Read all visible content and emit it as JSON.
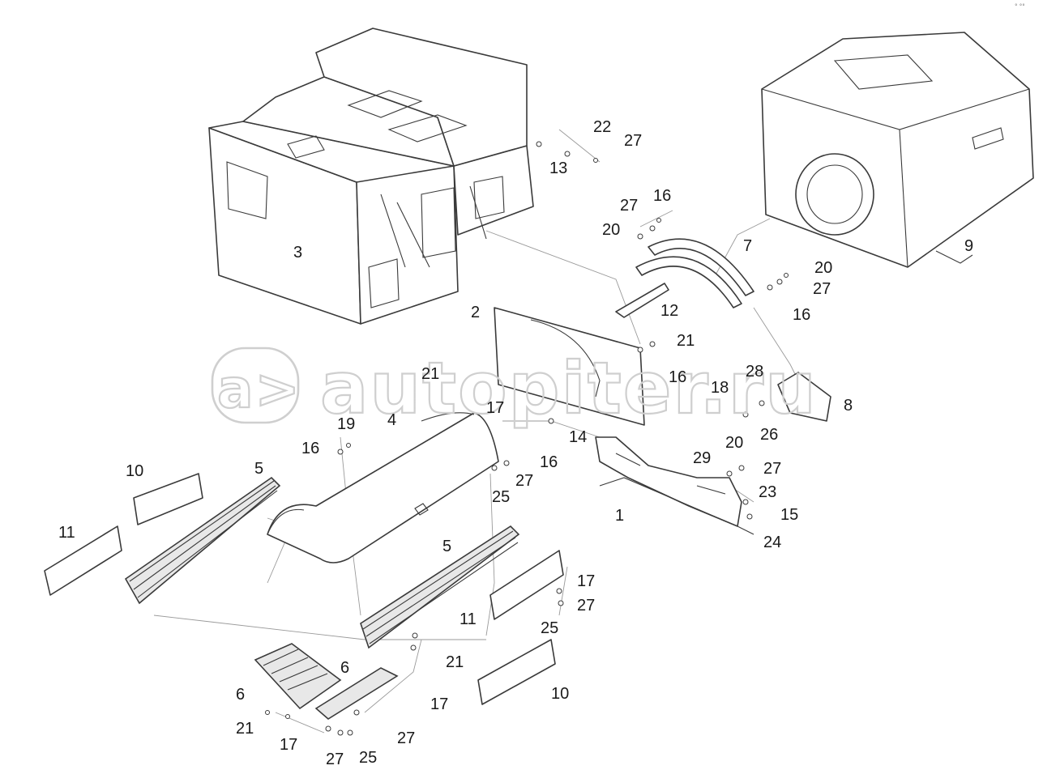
{
  "watermark": {
    "logo_glyph": "a>",
    "text": "autopiter.ru"
  },
  "corner_mark": "° °°",
  "labels": [
    {
      "id": "lbl-3",
      "text": "3"
    },
    {
      "id": "lbl-22",
      "text": "22"
    },
    {
      "id": "lbl-27a",
      "text": "27"
    },
    {
      "id": "lbl-13",
      "text": "13"
    },
    {
      "id": "lbl-16a",
      "text": "16"
    },
    {
      "id": "lbl-27b",
      "text": "27"
    },
    {
      "id": "lbl-20a",
      "text": "20"
    },
    {
      "id": "lbl-7",
      "text": "7"
    },
    {
      "id": "lbl-9",
      "text": "9"
    },
    {
      "id": "lbl-20b",
      "text": "20"
    },
    {
      "id": "lbl-27c",
      "text": "27"
    },
    {
      "id": "lbl-12",
      "text": "12"
    },
    {
      "id": "lbl-16b",
      "text": "16"
    },
    {
      "id": "lbl-2",
      "text": "2"
    },
    {
      "id": "lbl-21a",
      "text": "21"
    },
    {
      "id": "lbl-16c",
      "text": "16"
    },
    {
      "id": "lbl-21b",
      "text": "21"
    },
    {
      "id": "lbl-18",
      "text": "18"
    },
    {
      "id": "lbl-28",
      "text": "28"
    },
    {
      "id": "lbl-8",
      "text": "8"
    },
    {
      "id": "lbl-17a",
      "text": "17"
    },
    {
      "id": "lbl-4",
      "text": "4"
    },
    {
      "id": "lbl-26",
      "text": "26"
    },
    {
      "id": "lbl-19",
      "text": "19"
    },
    {
      "id": "lbl-14",
      "text": "14"
    },
    {
      "id": "lbl-16d",
      "text": "16"
    },
    {
      "id": "lbl-20c",
      "text": "20"
    },
    {
      "id": "lbl-29",
      "text": "29"
    },
    {
      "id": "lbl-16e",
      "text": "16"
    },
    {
      "id": "lbl-27d",
      "text": "27"
    },
    {
      "id": "lbl-10a",
      "text": "10"
    },
    {
      "id": "lbl-5a",
      "text": "5"
    },
    {
      "id": "lbl-27e",
      "text": "27"
    },
    {
      "id": "lbl-25a",
      "text": "25"
    },
    {
      "id": "lbl-23",
      "text": "23"
    },
    {
      "id": "lbl-1",
      "text": "1"
    },
    {
      "id": "lbl-15",
      "text": "15"
    },
    {
      "id": "lbl-11a",
      "text": "11"
    },
    {
      "id": "lbl-24",
      "text": "24"
    },
    {
      "id": "lbl-5b",
      "text": "5"
    },
    {
      "id": "lbl-17b",
      "text": "17"
    },
    {
      "id": "lbl-27f",
      "text": "27"
    },
    {
      "id": "lbl-11b",
      "text": "11"
    },
    {
      "id": "lbl-25b",
      "text": "25"
    },
    {
      "id": "lbl-21c",
      "text": "21"
    },
    {
      "id": "lbl-6a",
      "text": "6"
    },
    {
      "id": "lbl-6b",
      "text": "6"
    },
    {
      "id": "lbl-10b",
      "text": "10"
    },
    {
      "id": "lbl-17c",
      "text": "17"
    },
    {
      "id": "lbl-21d",
      "text": "21"
    },
    {
      "id": "lbl-17d",
      "text": "17"
    },
    {
      "id": "lbl-27g",
      "text": "27"
    },
    {
      "id": "lbl-27h",
      "text": "27"
    },
    {
      "id": "lbl-25c",
      "text": "25"
    }
  ]
}
